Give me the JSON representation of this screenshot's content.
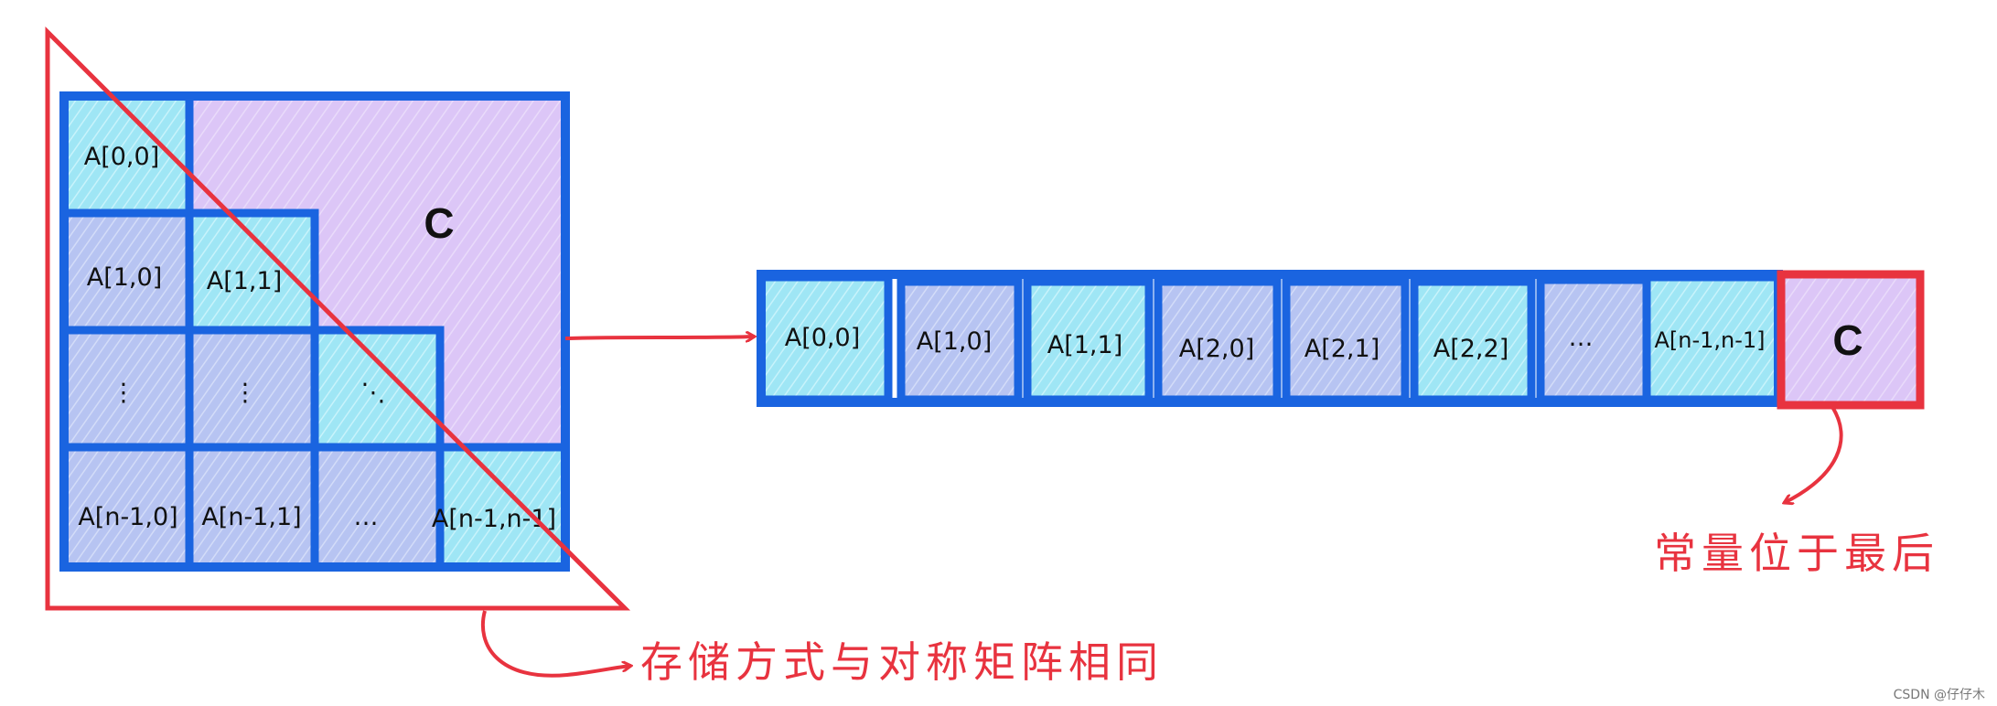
{
  "matrix": {
    "label_c": "C",
    "rows": [
      [
        "A[0,0]"
      ],
      [
        "A[1,0]",
        "A[1,1]"
      ],
      [
        "⋮",
        "⋮",
        "⋱"
      ],
      [
        "A[n-1,0]",
        "A[n-1,1]",
        "…",
        "A[n-1,n-1]"
      ]
    ]
  },
  "array": {
    "cells": [
      "A[0,0]",
      "A[1,0]",
      "A[1,1]",
      "A[2,0]",
      "A[2,1]",
      "A[2,2]",
      "…",
      "A[n-1,n-1]"
    ],
    "const_label": "C"
  },
  "notes": {
    "storage_same": "存储方式与对称矩阵相同",
    "constant_last": "常量位于最后"
  },
  "watermark": "CSDN @仔仔木",
  "colors": {
    "cyan": "#9fe6f5",
    "periwinkle": "#b7c4f2",
    "lavender": "#dcc6f7",
    "blue_border": "#1a64e0",
    "red": "#e8333f"
  }
}
